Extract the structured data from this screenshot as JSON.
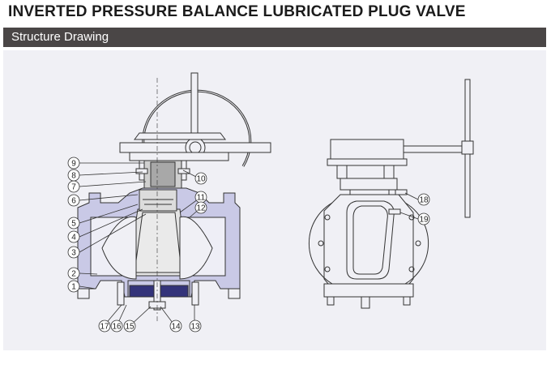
{
  "header": {
    "title": "INVERTED PRESSURE BALANCE LUBRICATED PLUG VALVE",
    "section": "Structure Drawing"
  },
  "colors": {
    "body_fill": "#c9c9e6",
    "line": "#333333",
    "panel": "#f0f0f5"
  },
  "callouts": [
    "1",
    "2",
    "3",
    "4",
    "5",
    "6",
    "7",
    "8",
    "9",
    "10",
    "11",
    "12",
    "13",
    "14",
    "15",
    "16",
    "17",
    "18",
    "19"
  ]
}
